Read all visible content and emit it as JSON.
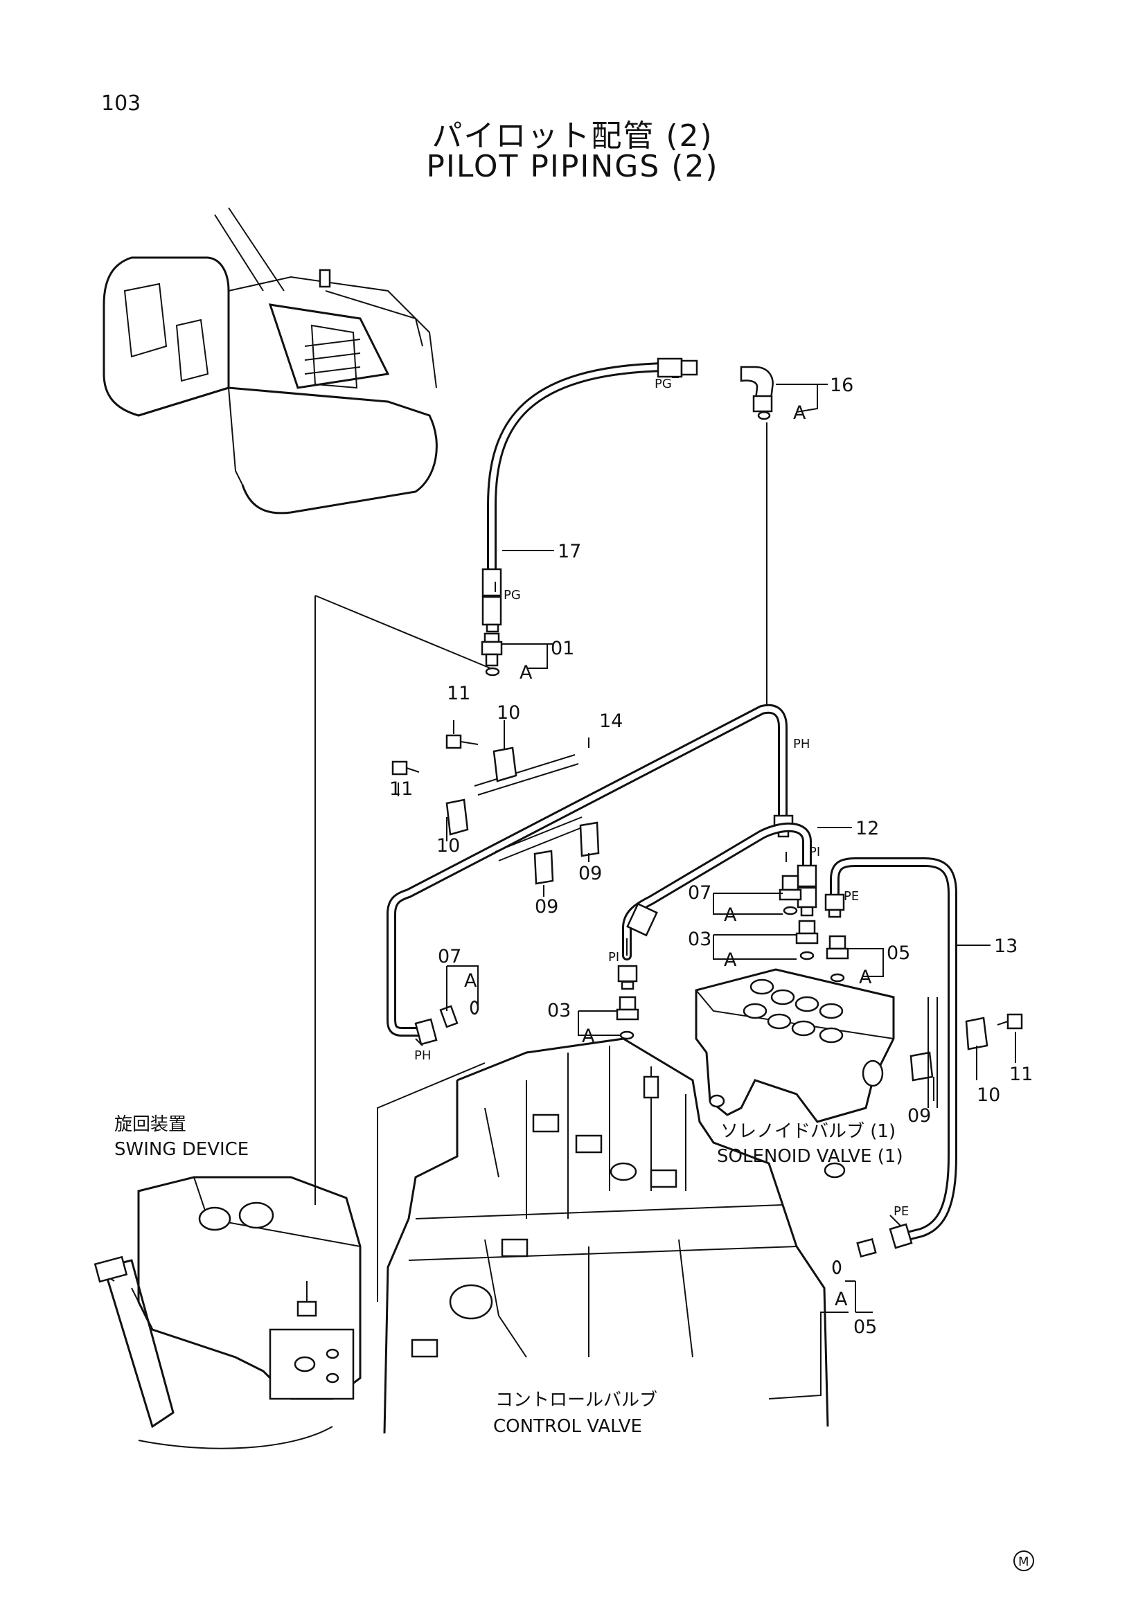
{
  "page": {
    "number": "103"
  },
  "title": {
    "jp": "パイロット配管 (2)",
    "en": "PILOT PIPINGS (2)"
  },
  "part_labels": [
    "01",
    "03",
    "03",
    "05",
    "05",
    "07",
    "07",
    "09",
    "09",
    "09",
    "10",
    "10",
    "10",
    "11",
    "11",
    "11",
    "12",
    "13",
    "14",
    "16",
    "17"
  ],
  "port_labels": [
    "PG",
    "PG",
    "PH",
    "PH",
    "PI",
    "PI",
    "PE",
    "PE"
  ],
  "oring_label": "A",
  "components": {
    "swing_device": {
      "jp": "旋回装置",
      "en": "SWING DEVICE"
    },
    "solenoid_valve": {
      "jp": "ソレノイドバルブ (1)",
      "en": "SOLENOID VALVE (1)"
    },
    "control_valve": {
      "jp": "コントロールバルブ",
      "en": "CONTROL VALVE"
    }
  },
  "mark": "M"
}
